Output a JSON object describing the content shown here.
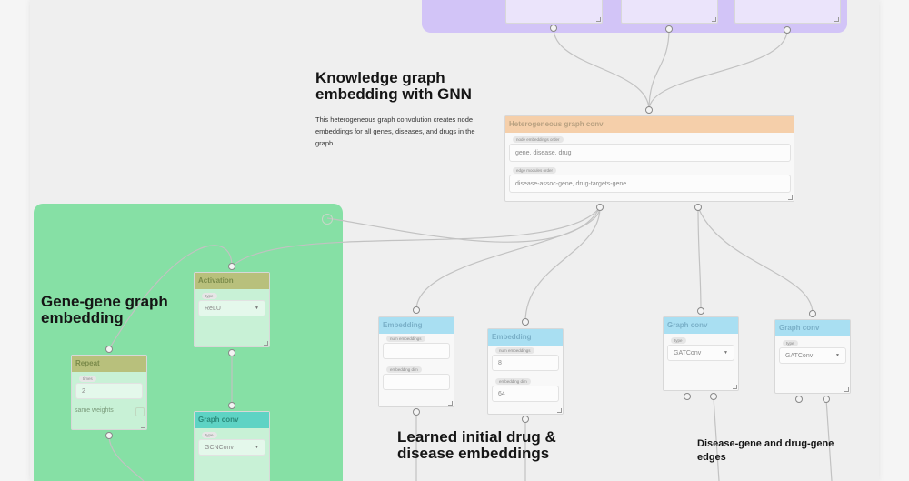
{
  "colors": {
    "canvas": "#efefef",
    "purple_group": "#d2c4f7",
    "green_group": "#86e0a5",
    "orange_header": "#f5cfaa",
    "blue_header": "#a9dff2",
    "olive_header": "#b8c07c",
    "teal_header": "#5ed3c4",
    "port_stroke": "#888888"
  },
  "annotations": {
    "gnn_title": "Knowledge graph embedding with GNN",
    "gnn_desc": "This heterogeneous graph convolution creates node embeddings for all genes, diseases, and drugs in the graph.",
    "gene_title": "Gene-gene graph embedding",
    "learned_title": "Learned initial drug & disease embeddings",
    "edges_title": "Disease-gene and drug-gene edges"
  },
  "nodes": {
    "hetero": {
      "title": "Heterogeneous graph conv",
      "field1_label": "node embeddings order",
      "field1_value": "gene, disease, drug",
      "field2_label": "edge modules order",
      "field2_value": "disease-assoc-gene, drug-targets-gene"
    },
    "activation": {
      "title": "Activation",
      "type_label": "type",
      "type_value": "ReLU"
    },
    "repeat": {
      "title": "Repeat",
      "times_label": "times",
      "times_value": "2",
      "checkbox_label": "same weights"
    },
    "gcn": {
      "title": "Graph conv",
      "type_label": "type",
      "type_value": "GCNConv"
    },
    "emb1": {
      "title": "Embedding",
      "num_label": "num embeddings",
      "num_value": "",
      "dim_label": "embedding dim",
      "dim_value": ""
    },
    "emb2": {
      "title": "Embedding",
      "num_label": "num embeddings",
      "num_value": "8",
      "dim_label": "embedding dim",
      "dim_value": "64"
    },
    "gat1": {
      "title": "Graph conv",
      "type_label": "type",
      "type_value": "GATConv"
    },
    "gat2": {
      "title": "Graph conv",
      "type_label": "type",
      "type_value": "GATConv"
    }
  }
}
